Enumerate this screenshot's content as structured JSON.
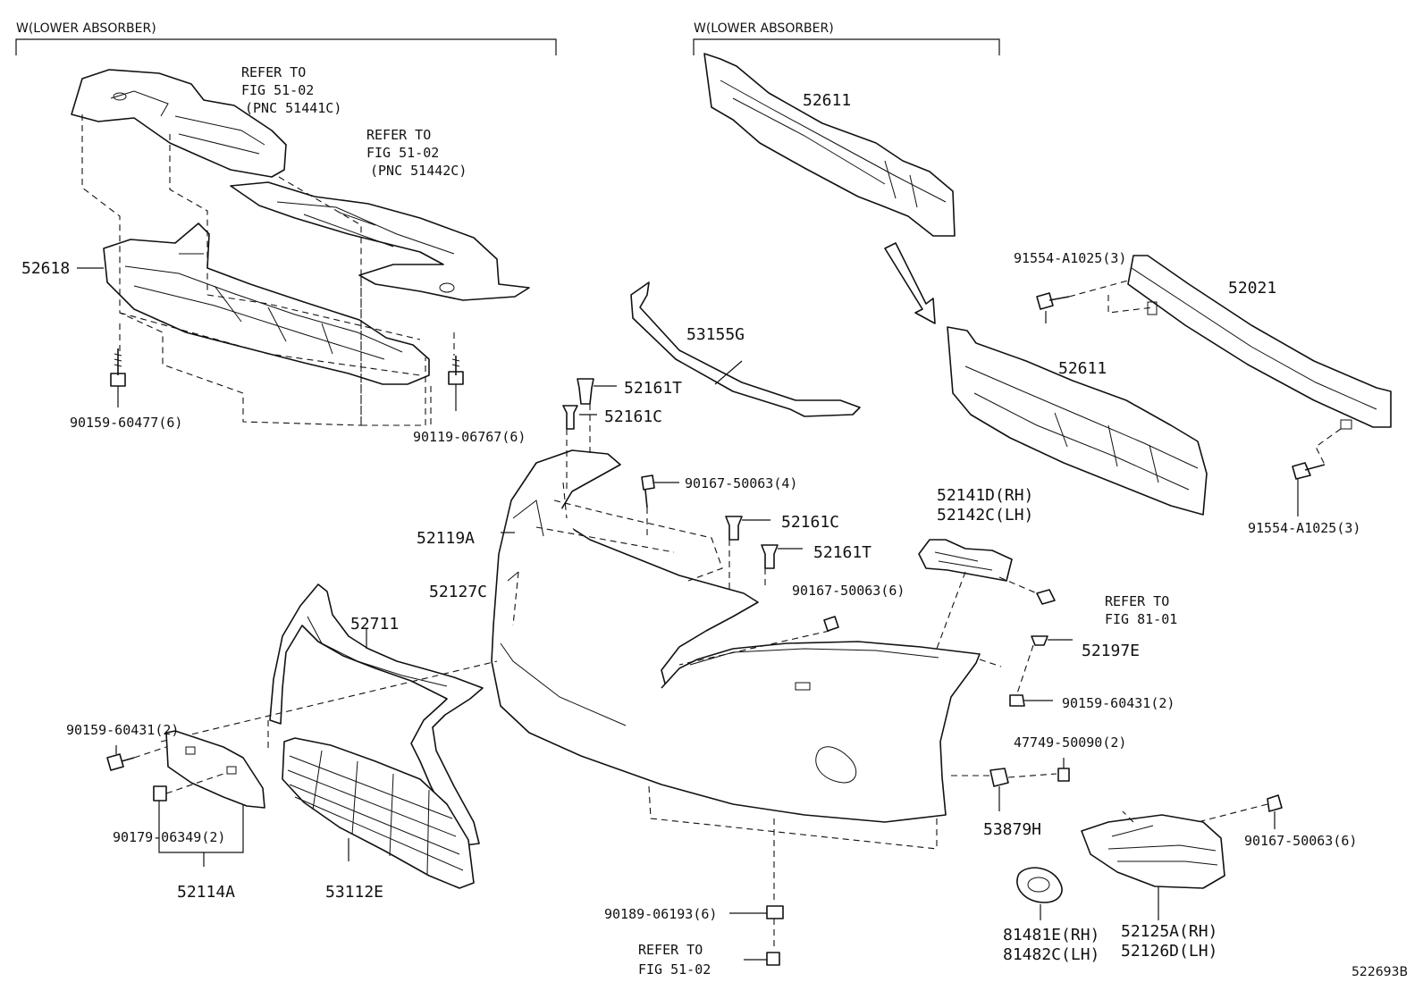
{
  "headers": {
    "left": "W(LOWER ABSORBER)",
    "right": "W(LOWER ABSORBER)"
  },
  "refs": {
    "r1": [
      "REFER TO",
      "FIG 51-02",
      "(PNC 51441C)"
    ],
    "r2": [
      "REFER TO",
      "FIG 51-02",
      "(PNC 51442C)"
    ],
    "r3": [
      "REFER TO",
      "FIG 81-01"
    ],
    "r4": [
      "REFER TO",
      "FIG 51-02"
    ]
  },
  "labels": {
    "p52618": "52618",
    "p90159_60477": "90159-60477(6)",
    "p90119_06767": "90119-06767(6)",
    "p52611a": "52611",
    "p52611b": "52611",
    "p52021": "52021",
    "p91554a": "91554-A1025(3)",
    "p91554b": "91554-A1025(3)",
    "p53155G": "53155G",
    "p52161T_a": "52161T",
    "p52161C_a": "52161C",
    "p90167_50063_4": "90167-50063(4)",
    "p52161C_b": "52161C",
    "p52161T_b": "52161T",
    "p52119A": "52119A",
    "p52127C": "52127C",
    "p90167_50063_6a": "90167-50063(6)",
    "p52141D": "52141D(RH)",
    "p52142C": "52142C(LH)",
    "p52711": "52711",
    "p52197E": "52197E",
    "p90159_60431_r": "90159-60431(2)",
    "p47749": "47749-50090(2)",
    "p90159_60431_l": "90159-60431(2)",
    "p90179": "90179-06349(2)",
    "p52114A": "52114A",
    "p53112E": "53112E",
    "p53879H": "53879H",
    "p90167_50063_6b": "90167-50063(6)",
    "p90189": "90189-06193(6)",
    "p81481E": "81481E(RH)",
    "p81482C": "81482C(LH)",
    "p52125A": "52125A(RH)",
    "p52126D": "52126D(LH)"
  },
  "figure_id": "522693B"
}
